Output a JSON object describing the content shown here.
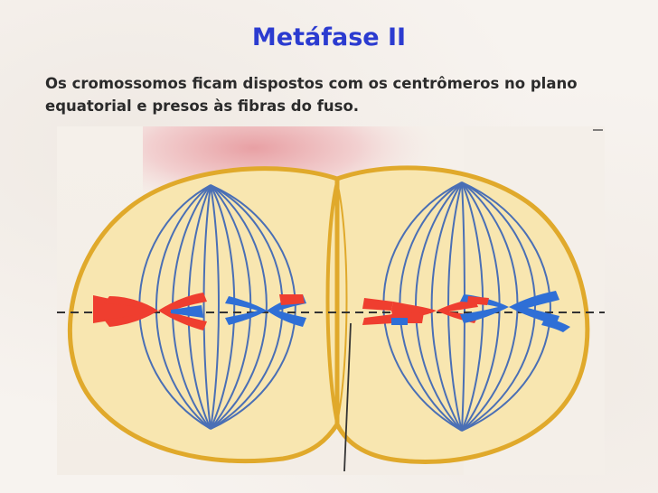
{
  "slide": {
    "title": "Metáfase II",
    "description": "Os cromossomos ficam dispostos com os centrômeros no plano equatorial e presos às fibras do fuso."
  },
  "colors": {
    "title": "#2b3bd0",
    "cell_outline": "#e0a92b",
    "cytoplasm": "#f8e6b0",
    "spindle_fiber": "#4a6fb5",
    "chromosome_red": "#ef3e2f",
    "chromosome_blue": "#2f6fd6",
    "equatorial_line": "#333333"
  },
  "figure": {
    "cells": [
      "left-cell",
      "right-cell"
    ],
    "chromosomes": [
      {
        "cell": "left",
        "color": "red"
      },
      {
        "cell": "left",
        "color": "blue"
      },
      {
        "cell": "right",
        "color": "red"
      },
      {
        "cell": "right",
        "color": "blue"
      }
    ]
  }
}
